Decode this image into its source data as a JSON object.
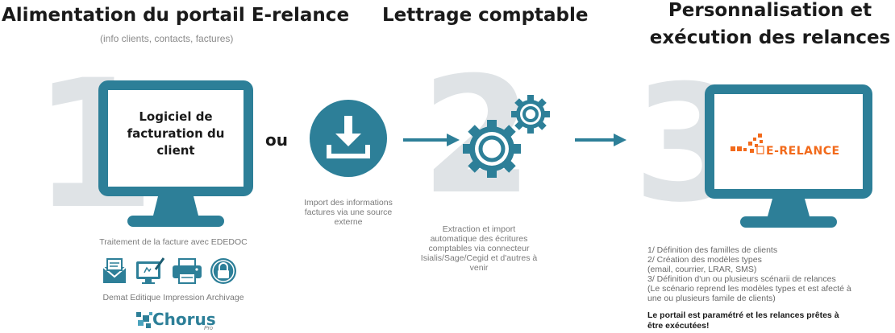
{
  "col1": {
    "title": "Alimentation du portail E-relance",
    "subtitle": "(info clients, contacts, factures)",
    "number": "1",
    "screen_text": "Logiciel de facturation du client",
    "caption": "Traitement de la facture avec EDEDOC",
    "icon_labels": "Demat Editique Impression Archivage",
    "chorus_brand": "Chorus",
    "chorus_pro": "Pro"
  },
  "or_label": "ou",
  "import_caption": "Import des informations factures via une source externe",
  "col2": {
    "title": "Lettrage comptable",
    "number": "2",
    "caption": "Extraction et import automatique des écritures comptables via connecteur Isialis/Sage/Cegid et d'autres à venir"
  },
  "col3": {
    "title_line1": "Personnalisation et",
    "title_line2": "exécution des relances",
    "number": "3",
    "logo_text": "E-RELANCE",
    "list": [
      "1/ Définition des familles de clients",
      "2/ Création des modèles types",
      "(email, courrier, LRAR, SMS)",
      "3/ Définition d'un ou plusieurs scénarii de relances",
      "(Le scénario reprend les modèles types et est afecté à",
      "une ou plusieurs famile de clients)"
    ],
    "footer": "Le portail est paramétré et les relances prêtes à être exécutées!"
  },
  "colors": {
    "teal": "#2d7f98",
    "orange": "#f26a1b",
    "gray_num": "#dfe3e6"
  }
}
